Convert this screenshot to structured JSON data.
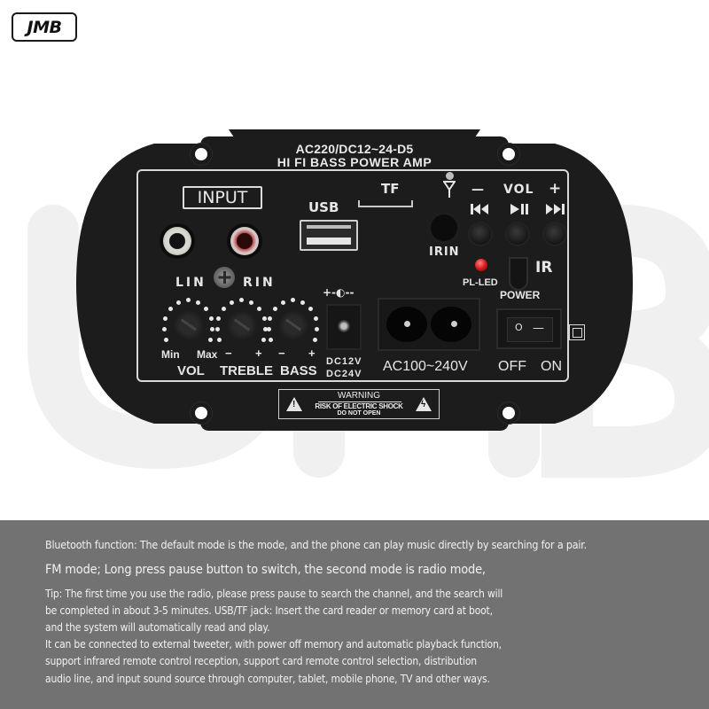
{
  "brand": {
    "logo_text": "JMB"
  },
  "watermark": {
    "text": "JMB",
    "color": "#f3f3f3"
  },
  "panel": {
    "title_line1": "AC220/DC12~24-D5",
    "title_line2": "HI FI BASS POWER AMP",
    "input_label": "INPUT",
    "rca_left_label": "LIN",
    "rca_right_label": "RIN",
    "usb_label": "USB",
    "tf_label": "TF",
    "antenna_icon": "antenna-icon",
    "irin_label": "IRIN",
    "led_label": "PL-LED",
    "ir_label": "IR",
    "power_label": "POWER",
    "buttons": [
      {
        "sign": "—",
        "glyph": "⏮",
        "icon": "previous-track-icon"
      },
      {
        "sign": "VOL",
        "glyph": "⏯",
        "icon": "play-pause-icon"
      },
      {
        "sign": "+",
        "glyph": "⏭",
        "icon": "next-track-icon"
      }
    ],
    "knobs": [
      {
        "name": "VOL",
        "left_mark": "Min",
        "right_mark": "Max"
      },
      {
        "name": "TREBLE",
        "left_mark": "−",
        "right_mark": "+"
      },
      {
        "name": "BASS",
        "left_mark": "−",
        "right_mark": "+"
      }
    ],
    "dc_symbol": "+-◐--",
    "dc_label_1": "DC12V",
    "dc_label_2": "DC24V",
    "ac_label": "AC100~240V",
    "switch": {
      "off_label": "OFF",
      "on_label": "ON",
      "off_glyph": "O",
      "on_glyph": "—"
    },
    "warning": {
      "title": "WARNING",
      "line1": "RISK OF ELECTRIC SHOCK",
      "line2": "DO NOT OPEN",
      "left_glyph": "!",
      "right_glyph": "ϟ"
    },
    "colors": {
      "plate": "#1c1c1c",
      "text": "#e6e6e6",
      "led": "#d11414",
      "rca_red": "#b54545"
    }
  },
  "description": {
    "background": "#727272",
    "bluetooth": "Bluetooth function: The default mode is the mode, and the phone can play music directly by searching for a pair.",
    "fm": "FM mode; Long press pause button to switch, the second mode is radio mode,",
    "tip_lines": [
      "Tip: The first time you use the radio, please press pause to search the channel, and the search will",
      " be completed in about 3-5 minutes. USB/TF jack: Insert the card reader or memory card at boot,",
      " and the system will automatically read and play.",
      "It can be connected to external tweeter, with power off memory and automatic playback function,",
      "support infrared remote control reception, support card remote control selection, distribution",
      "audio line, and input sound source through computer, tablet, mobile phone, TV and other ways."
    ]
  }
}
